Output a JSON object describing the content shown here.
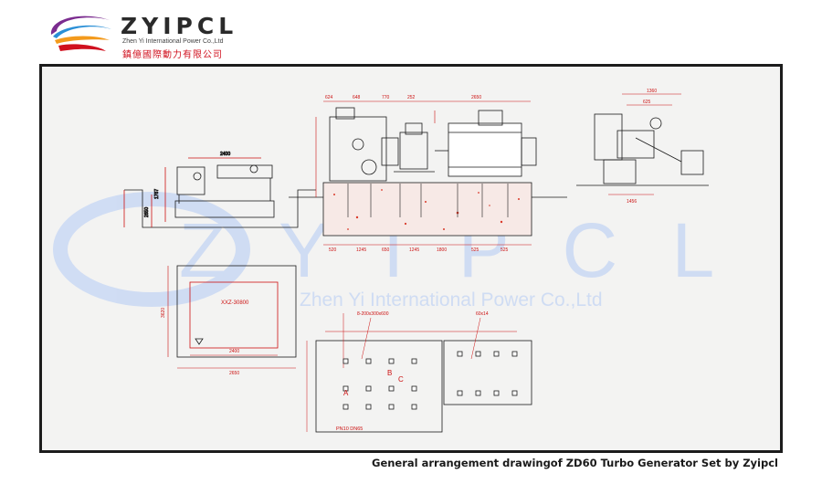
{
  "logo": {
    "brand": "ZYIPCL",
    "subtitle": "Zhen Yi International Power Co.,Ltd",
    "chinese": "鎮億國際動力有限公司",
    "colors": {
      "purple": "#7b2c8f",
      "blue": "#2a8fd6",
      "orange": "#f39a1c",
      "red": "#d0101e"
    }
  },
  "watermark": {
    "letters": "Z Y I P C L",
    "subtitle": "Zhen Yi International Power Co.,Ltd",
    "color": "#c9d8f4"
  },
  "drawing": {
    "line_color": "#cc1111",
    "ink_color": "#1a1a1a",
    "top_dims": [
      "2650",
      "624",
      "648",
      "770",
      "252"
    ],
    "left_dims": [
      "2400",
      "1767",
      "2650"
    ],
    "bottom_dims": [
      "520",
      "1245",
      "650",
      "1245",
      "1800",
      "525",
      "525"
    ],
    "right_dims": [
      "1360",
      "625",
      "1456"
    ],
    "plan_labels": [
      "XXZ-30800",
      "8-200x300x600",
      "60x14",
      "PN10 DN65",
      "A",
      "B",
      "C"
    ],
    "pit_dims": [
      "2400",
      "2650",
      "3620"
    ]
  },
  "caption": "General arrangement drawingof ZD60 Turbo Generator Set  by Zyipcl"
}
